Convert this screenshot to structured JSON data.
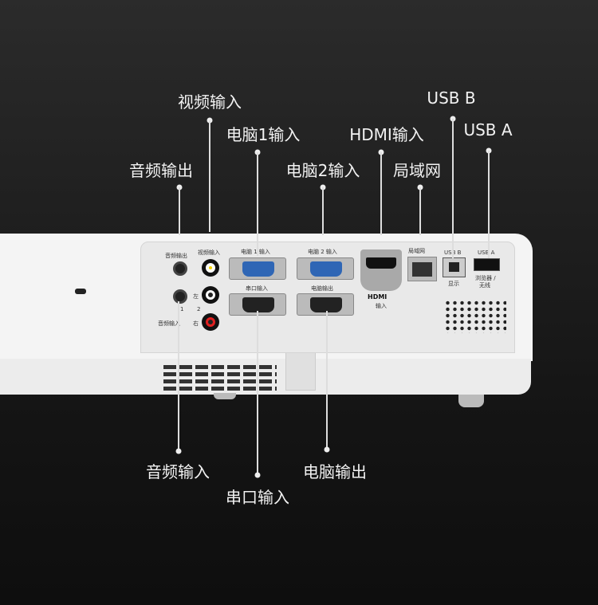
{
  "callouts": {
    "video_in": "视频输入",
    "pc1_in": "电脑1输入",
    "audio_out": "音频输出",
    "pc2_in": "电脑2输入",
    "hdmi_in": "HDMI输入",
    "lan": "局域网",
    "usb_b": "USB B",
    "usb_a": "USB A",
    "audio_in": "音频输入",
    "serial_in": "串口输入",
    "pc_out": "电脑输出"
  },
  "panel": {
    "audio_out": "音频输出",
    "video_in": "视频输入",
    "pc1": "电脑 1 输入",
    "pc2": "电脑 2 输入",
    "serial": "串口输入",
    "pc_out": "电脑输出",
    "left": "左",
    "right": "右",
    "one": "1",
    "two": "2",
    "audio_in": "音频输入",
    "hdmi_logo": "HDMI",
    "hdmi_sub": "输入",
    "lan": "局域网",
    "usb_b": "USB B",
    "usb_b_sub": "显示",
    "usb_a": "USB A",
    "usb_a_sub1": "浏览器 /",
    "usb_a_sub2": "无线"
  },
  "colors": {
    "vga_in": "#2f66b5",
    "vga_out": "#222222",
    "rca_video": "#f2d200",
    "rca_right": "#e02020"
  }
}
